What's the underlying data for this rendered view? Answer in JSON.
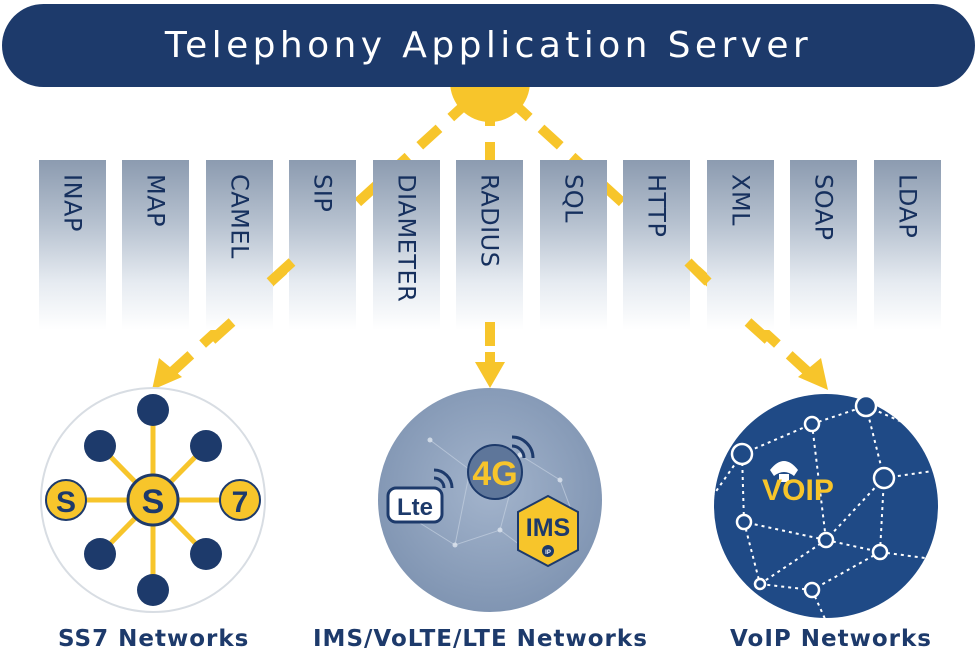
{
  "header": {
    "title": "Telephony Application Server"
  },
  "protocols": [
    "INAP",
    "MAP",
    "CAMEL",
    "SIP",
    "DIAMETER",
    "RADIUS",
    "SQL",
    "HTTP",
    "XML",
    "SOAP",
    "LDAP"
  ],
  "networks": [
    {
      "label": "SS7 Networks",
      "badge_left": "S",
      "badge_center": "S",
      "badge_right": "7"
    },
    {
      "label": "IMS/VoLTE/LTE Networks",
      "lte": "Lte",
      "g4": "4G",
      "ims": "IMS",
      "ip": "IP"
    },
    {
      "label": "VoIP Networks",
      "voip": "VOIP"
    }
  ],
  "colors": {
    "navy": "#1d3a6b",
    "gold": "#f7c52b",
    "steel": "#8a9bb3",
    "voip_bg": "#1f4a86"
  }
}
